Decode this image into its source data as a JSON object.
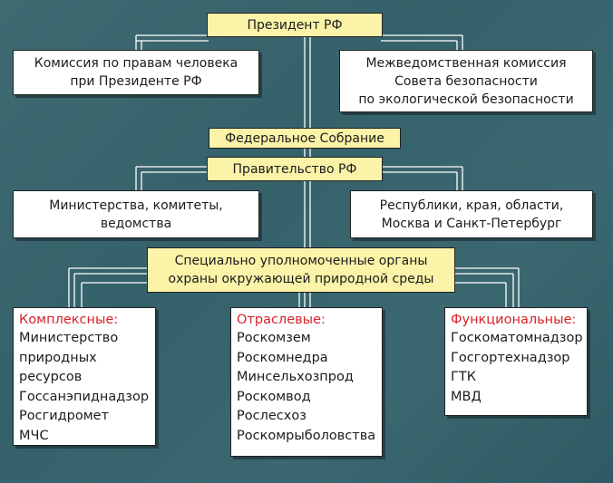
{
  "president": "Президент РФ",
  "commission_human_rights": [
    "Комиссия по правам человека",
    "при Президенте РФ"
  ],
  "interagency_commission": [
    "Межведомственная комиссия",
    "Совета безопасности",
    "по экологической безопасности"
  ],
  "federal_assembly": "Федеральное Собрание",
  "government": "Правительство РФ",
  "ministries": [
    "Министерства, комитеты,",
    "ведомства"
  ],
  "regions": [
    "Республики, края, области,",
    "Москва и Санкт-Петербург"
  ],
  "special_bodies": [
    "Специально уполномоченные органы",
    "охраны окружающей природной среды"
  ],
  "complex": {
    "heading": "Комплексные:",
    "items": [
      "Министерство",
      "природных",
      "ресурсов",
      "Госсанэпиднадзор",
      "Росгидромет",
      "МЧС"
    ]
  },
  "sectoral": {
    "heading": "Отраслевые:",
    "items": [
      "Роскомзем",
      "Роскомнедра",
      "Минсельхозпрод",
      "Роскомвод",
      "Рослесхоз",
      "Роскомрыболовства"
    ]
  },
  "functional": {
    "heading": "Функциональные:",
    "items": [
      "Госкоматомнадзор",
      "Госгортехнадзор",
      "ГТК",
      "МВД"
    ]
  },
  "colors": {
    "background": "#3b666e",
    "yellow_box": "#fbf3a8",
    "heading_red": "#d6222a"
  }
}
